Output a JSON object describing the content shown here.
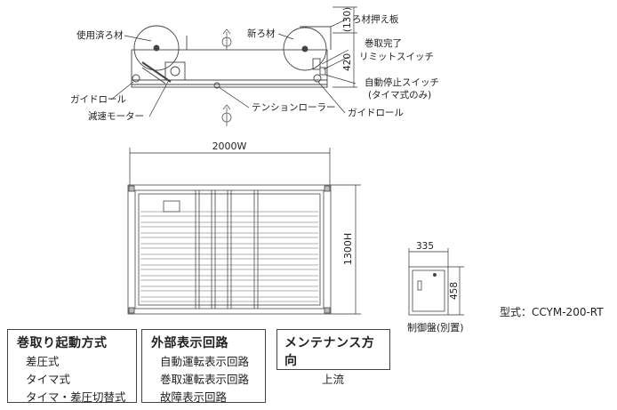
{
  "labels": {
    "used_filter": "使用済ろ材",
    "new_filter": "新ろ材",
    "filter_press_plate": "ろ材押え板",
    "winding_complete": "巻取完了",
    "limit_switch": "リミットスイッチ",
    "auto_stop_switch": "自動停止スイッチ",
    "timer_type_only": "(タイマ式のみ)",
    "guide_roll_left": "ガイドロール",
    "guide_roll_right": "ガイドロール",
    "reduction_motor": "減速モーター",
    "tension_roller": "テンションローラー",
    "width_dim": "2000W",
    "height_dim": "1300H",
    "dim_130": "(130)",
    "dim_420": "420",
    "panel_width": "335",
    "panel_height": "458",
    "panel_caption": "制御盤(別置)",
    "model": "型式：CCYM-200-RT"
  },
  "boxes": {
    "start_method": {
      "heading": "巻取り起動方式",
      "items": [
        "差圧式",
        "タイマ式",
        "タイマ・差圧切替式"
      ]
    },
    "external_display": {
      "heading": "外部表示回路",
      "items": [
        "自動運転表示回路",
        "巻取運転表示回路",
        "故障表示回路"
      ]
    },
    "maintenance": {
      "heading": "メンテナンス方向",
      "items": [
        "上流"
      ]
    }
  }
}
